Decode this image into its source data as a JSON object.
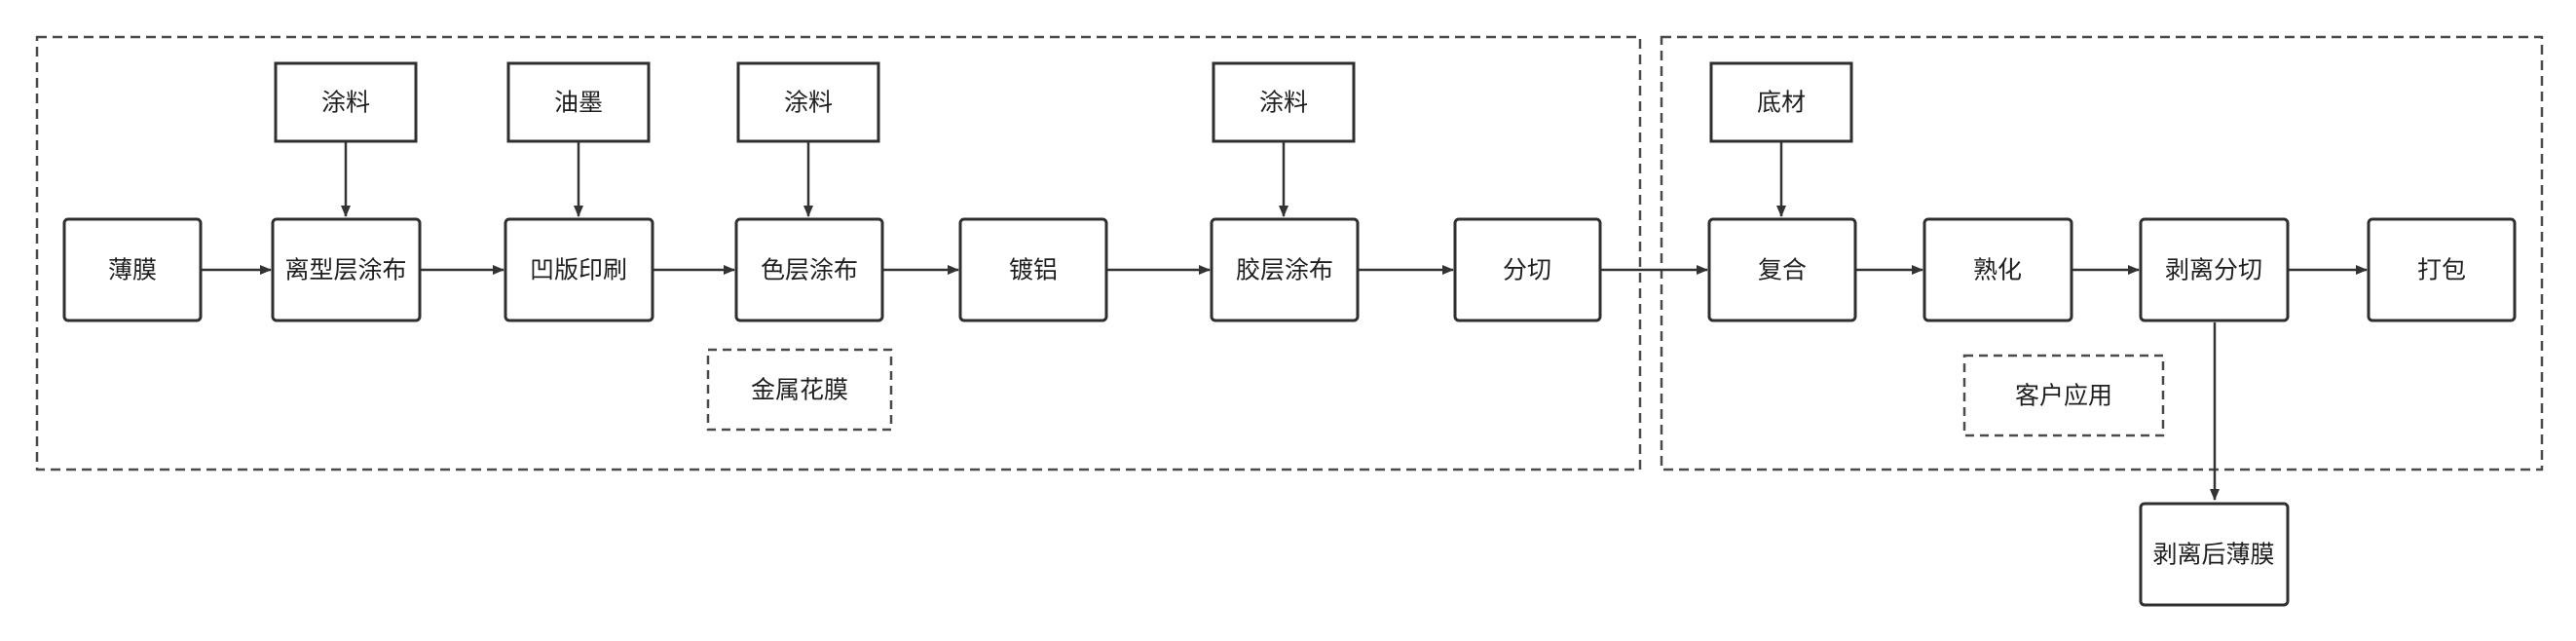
{
  "colors": {
    "stroke": "#2f2f2f",
    "text": "#1f1f1f",
    "background": "#ffffff"
  },
  "groups": [
    {
      "id": "group-metal-flower-film",
      "label": "金属花膜"
    },
    {
      "id": "group-customer-application",
      "label": "客户应用"
    }
  ],
  "materials": {
    "coating_1": "涂料",
    "ink": "油墨",
    "coating_2": "涂料",
    "coating_3": "涂料",
    "substrate": "底材"
  },
  "process": {
    "film": "薄膜",
    "release_coating": "离型层涂布",
    "gravure_printing": "凹版印刷",
    "color_coating": "色层涂布",
    "aluminizing": "镀铝",
    "adhesive_coating": "胶层涂布",
    "slitting": "分切",
    "lamination": "复合",
    "curing": "熟化",
    "peel_slitting": "剥离分切",
    "packing": "打包",
    "peeled_film": "剥离后薄膜"
  },
  "notes": {
    "metal_flower_film": "金属花膜",
    "customer_application": "客户应用"
  }
}
